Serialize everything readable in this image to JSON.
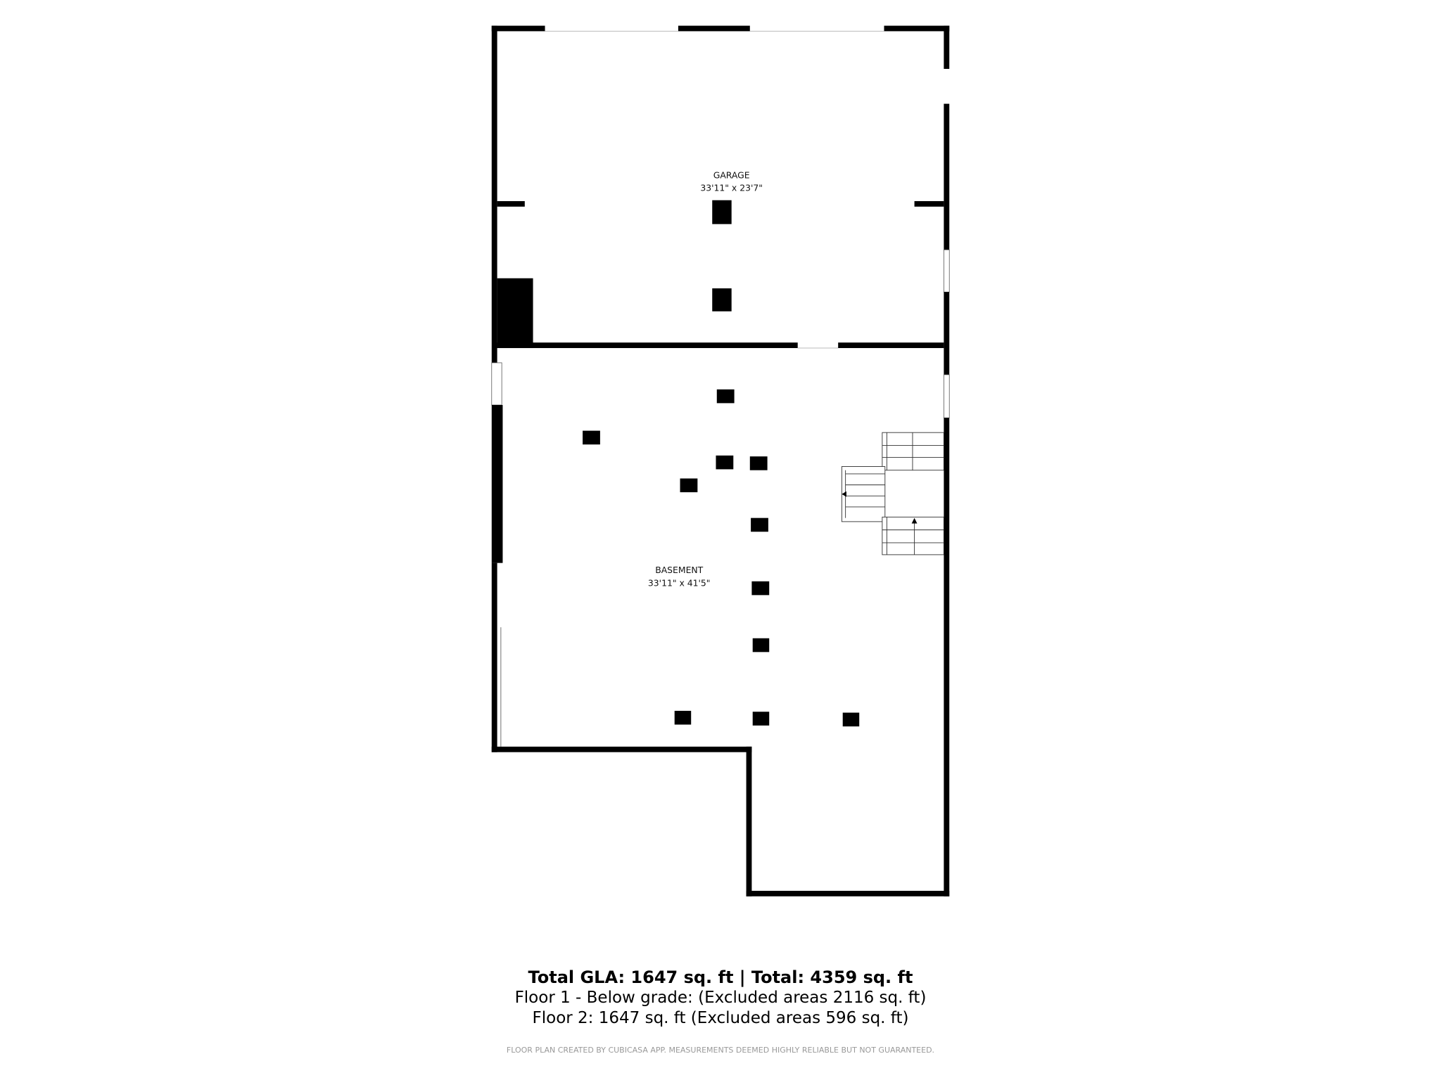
{
  "rooms": {
    "garage": {
      "name": "GARAGE",
      "dimensions": "33'11\" x 23'7\""
    },
    "basement": {
      "name": "BASEMENT",
      "dimensions": "33'11\" x 41'5\""
    }
  },
  "summary": {
    "total": "Total GLA: 1647 sq. ft | Total: 4359 sq. ft",
    "floor1": "Floor 1 - Below grade: (Excluded areas 2116 sq. ft)",
    "floor2": "Floor 2: 1647 sq. ft (Excluded areas 596 sq. ft)",
    "disclaimer": "FLOOR PLAN CREATED BY CUBICASA APP. MEASUREMENTS DEEMED HIGHLY RELIABLE BUT NOT GUARANTEED."
  }
}
